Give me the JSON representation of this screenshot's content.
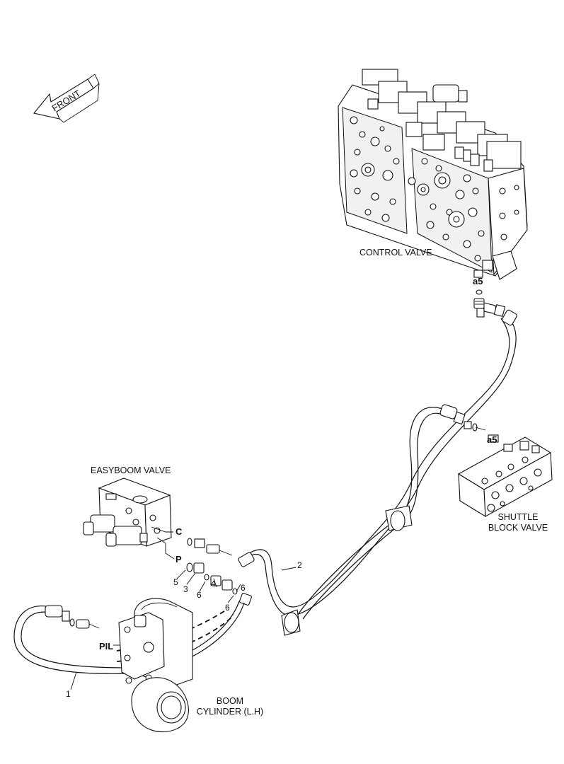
{
  "front_arrow": {
    "label": "FRONT"
  },
  "components": {
    "control_valve": "CONTROL VALVE",
    "easyboom_valve": "EASYBOOM VALVE",
    "shuttle_block_valve_line1": "SHUTTLE",
    "shuttle_block_valve_line2": "BLOCK VALVE",
    "boom_cylinder_line1": "BOOM",
    "boom_cylinder_line2": "CYLINDER (L.H)"
  },
  "ports": {
    "c": "C",
    "p": "P",
    "pil": "PIL",
    "a5_top": "a5",
    "a5_shuttle": "a5"
  },
  "callouts": {
    "n1": "1",
    "n2": "2",
    "n3": "3",
    "n4": "4",
    "n5": "5",
    "n6a": "6",
    "n6b": "6",
    "n6c": "6"
  }
}
